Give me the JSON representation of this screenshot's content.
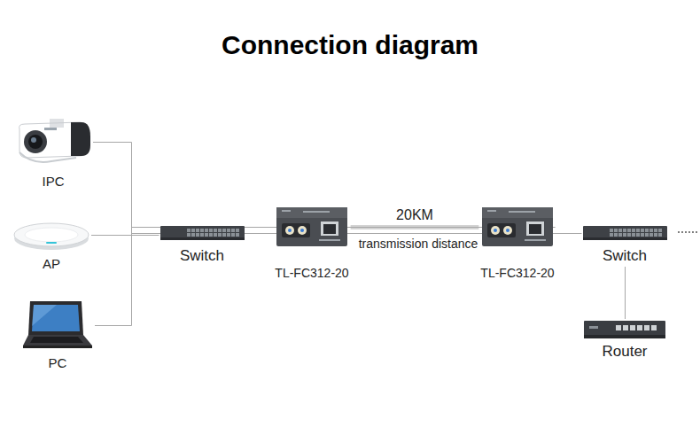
{
  "diagram": {
    "title": "Connection diagram",
    "nodes": [
      {
        "text": [
          "IPC"
        ]
      },
      {
        "text": [
          "AP"
        ]
      },
      {
        "text": [
          "PC"
        ]
      },
      {
        "text": [
          "Switch"
        ]
      },
      {
        "text": [
          "TL-FC312-20"
        ]
      },
      {
        "text": [
          "TL-FC312-20"
        ]
      },
      {
        "text": [
          "Switch"
        ]
      },
      {
        "text": [
          "Router"
        ]
      }
    ],
    "edges": [
      {
        "from": 0,
        "to": 3,
        "arrow": "none"
      },
      {
        "from": 1,
        "to": 3,
        "arrow": "none"
      },
      {
        "from": 2,
        "to": 3,
        "arrow": "none"
      },
      {
        "from": 3,
        "to": 4,
        "arrow": "none"
      },
      {
        "from": 4,
        "to": 5,
        "label": "20KM",
        "arrow": "none"
      },
      {
        "from": 5,
        "to": 6,
        "arrow": "none"
      },
      {
        "from": 6,
        "to": 7,
        "arrow": "none"
      }
    ],
    "labels": [
      "transmission distance"
    ]
  }
}
